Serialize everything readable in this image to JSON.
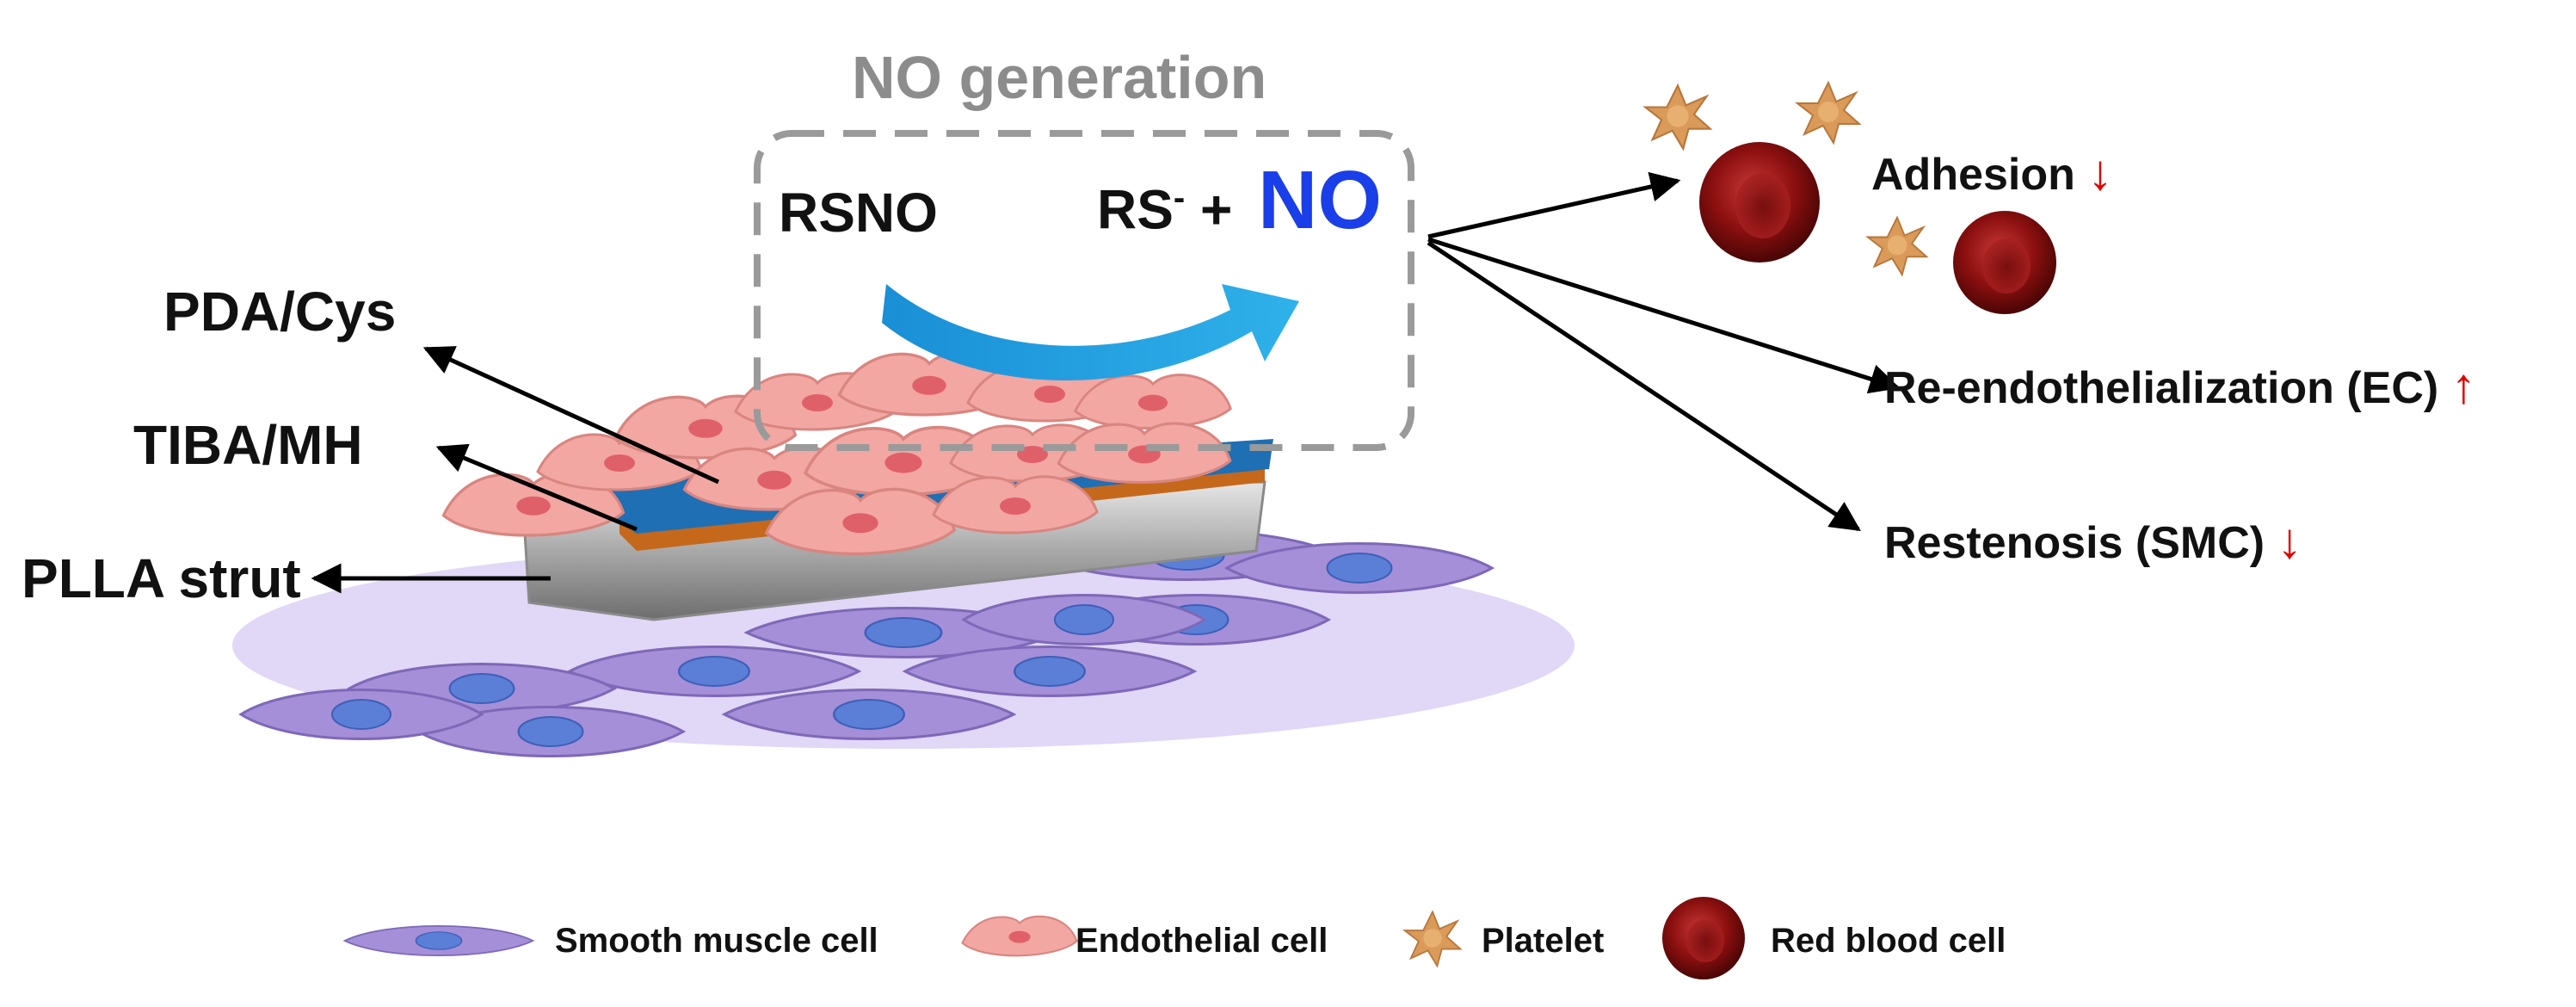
{
  "diagram": {
    "title": "NO generation",
    "reaction": {
      "reactant": "RSNO",
      "product_rs": "RS",
      "product_charge": "-",
      "plus": "+",
      "product_no": "NO"
    },
    "layer_labels": [
      "PDA/Cys",
      "TIBA/MH",
      "PLLA strut"
    ],
    "effects": [
      {
        "label": "Adhesion",
        "trend": "↓"
      },
      {
        "label": "Re-endothelialization (EC)",
        "trend": "↑"
      },
      {
        "label": "Restenosis (SMC)",
        "trend": "↓"
      }
    ],
    "legend": [
      {
        "label": "Smooth muscle cell",
        "icon": "smooth-muscle-cell-icon"
      },
      {
        "label": "Endothelial cell",
        "icon": "endothelial-cell-icon"
      },
      {
        "label": "Platelet",
        "icon": "platelet-icon"
      },
      {
        "label": "Red blood cell",
        "icon": "red-blood-cell-icon"
      }
    ],
    "colors": {
      "title_gray": "#8c8c8c",
      "no_blue": "#1a3ee8",
      "curve_arrow": "#1fa3e0",
      "trend_red": "#e00000",
      "smc_purple": "#a58fd8",
      "smc_nucleus": "#5b7fd6",
      "ec_pink": "#f2a7a3",
      "ec_nucleus": "#e0606a",
      "platelet": "#d99a5a",
      "rbc": "#8e1010",
      "pda_layer": "#1f6fb4",
      "tiba_layer": "#c5681c",
      "plla_strut": "#bdbdbd"
    }
  }
}
